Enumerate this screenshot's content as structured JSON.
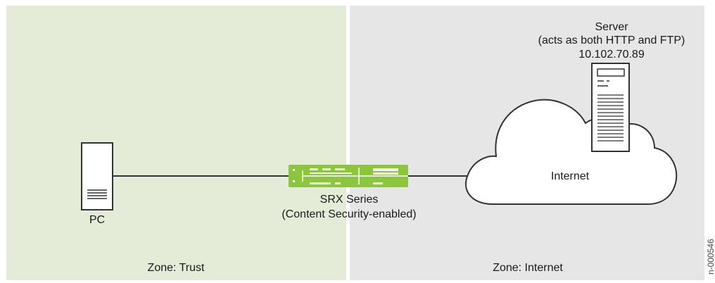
{
  "zones": {
    "trust": {
      "label": "Zone: Trust",
      "color": "#e4ecd7"
    },
    "internet": {
      "label": "Zone: Internet",
      "color": "#e6e6e6"
    }
  },
  "pc": {
    "label": "PC",
    "icon": "pc-tower-icon"
  },
  "srx": {
    "label_line1": "SRX Series",
    "label_line2": "(Content Security-enabled)",
    "color": "#8cc63f",
    "icon": "firewall-device-icon"
  },
  "cloud": {
    "label": "Internet",
    "icon": "cloud-icon"
  },
  "server": {
    "label_line1": "Server",
    "label_line2": "(acts as both HTTP and FTP)",
    "label_line3": "10.102.70.89",
    "icon": "server-tower-icon"
  },
  "watermark": "n-000546"
}
